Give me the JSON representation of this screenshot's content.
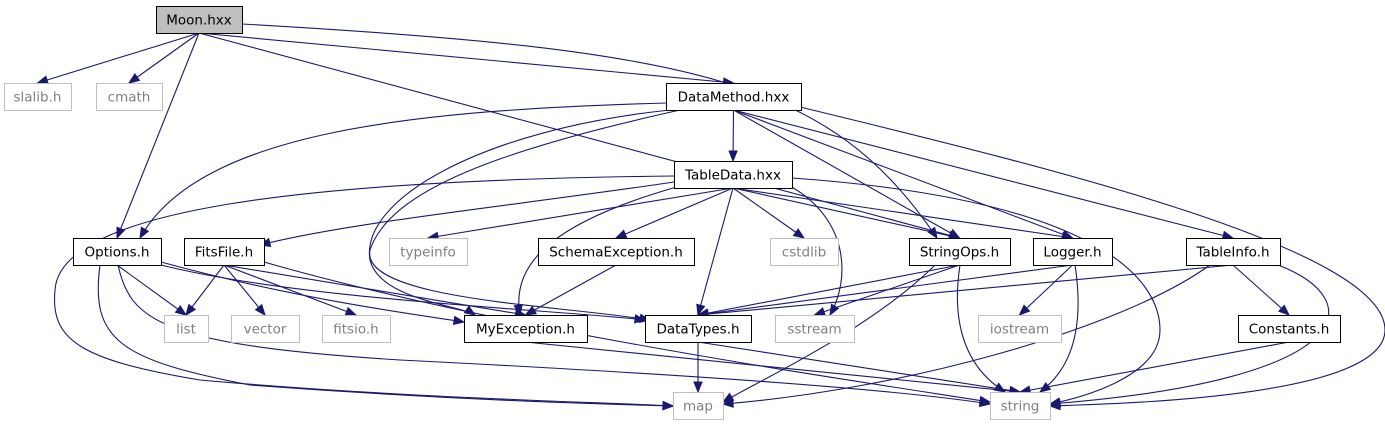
{
  "graph": {
    "title": "",
    "nodes": [
      {
        "id": "moon",
        "label": "Moon.hxx",
        "kind": "root"
      },
      {
        "id": "slalib",
        "label": "slalib.h",
        "kind": "system"
      },
      {
        "id": "cmath",
        "label": "cmath",
        "kind": "system"
      },
      {
        "id": "datamethod",
        "label": "DataMethod.hxx",
        "kind": "local"
      },
      {
        "id": "tabledata",
        "label": "TableData.hxx",
        "kind": "local"
      },
      {
        "id": "options",
        "label": "Options.h",
        "kind": "local"
      },
      {
        "id": "fitsfile",
        "label": "FitsFile.h",
        "kind": "local"
      },
      {
        "id": "typeinfo",
        "label": "typeinfo",
        "kind": "system"
      },
      {
        "id": "schemaexception",
        "label": "SchemaException.h",
        "kind": "local"
      },
      {
        "id": "cstdlib",
        "label": "cstdlib",
        "kind": "system"
      },
      {
        "id": "stringops",
        "label": "StringOps.h",
        "kind": "local"
      },
      {
        "id": "logger",
        "label": "Logger.h",
        "kind": "local"
      },
      {
        "id": "tableinfo",
        "label": "TableInfo.h",
        "kind": "local"
      },
      {
        "id": "list",
        "label": "list",
        "kind": "system"
      },
      {
        "id": "vector",
        "label": "vector",
        "kind": "system"
      },
      {
        "id": "fitsio",
        "label": "fitsio.h",
        "kind": "system"
      },
      {
        "id": "myexception",
        "label": "MyException.h",
        "kind": "local"
      },
      {
        "id": "datatypes",
        "label": "DataTypes.h",
        "kind": "local"
      },
      {
        "id": "sstream",
        "label": "sstream",
        "kind": "system"
      },
      {
        "id": "iostream",
        "label": "iostream",
        "kind": "system"
      },
      {
        "id": "constants",
        "label": "Constants.h",
        "kind": "local"
      },
      {
        "id": "map",
        "label": "map",
        "kind": "system"
      },
      {
        "id": "string",
        "label": "string",
        "kind": "system"
      }
    ],
    "edges": [
      {
        "from": "moon",
        "to": "slalib"
      },
      {
        "from": "moon",
        "to": "cmath"
      },
      {
        "from": "moon",
        "to": "options"
      },
      {
        "from": "moon",
        "to": "datamethod"
      },
      {
        "from": "moon",
        "to": "stringops"
      },
      {
        "from": "moon",
        "to": "string"
      },
      {
        "from": "datamethod",
        "to": "tabledata"
      },
      {
        "from": "datamethod",
        "to": "options"
      },
      {
        "from": "datamethod",
        "to": "myexception"
      },
      {
        "from": "datamethod",
        "to": "datatypes"
      },
      {
        "from": "datamethod",
        "to": "stringops"
      },
      {
        "from": "datamethod",
        "to": "logger"
      },
      {
        "from": "datamethod",
        "to": "tableinfo"
      },
      {
        "from": "datamethod",
        "to": "string"
      },
      {
        "from": "tabledata",
        "to": "map"
      },
      {
        "from": "tabledata",
        "to": "fitsfile"
      },
      {
        "from": "tabledata",
        "to": "typeinfo"
      },
      {
        "from": "tabledata",
        "to": "schemaexception"
      },
      {
        "from": "tabledata",
        "to": "cstdlib"
      },
      {
        "from": "tabledata",
        "to": "myexception"
      },
      {
        "from": "tabledata",
        "to": "datatypes"
      },
      {
        "from": "tabledata",
        "to": "sstream"
      },
      {
        "from": "tabledata",
        "to": "stringops"
      },
      {
        "from": "tabledata",
        "to": "logger"
      },
      {
        "from": "tabledata",
        "to": "string"
      },
      {
        "from": "options",
        "to": "list"
      },
      {
        "from": "options",
        "to": "myexception"
      },
      {
        "from": "options",
        "to": "datatypes"
      },
      {
        "from": "options",
        "to": "map"
      },
      {
        "from": "options",
        "to": "string"
      },
      {
        "from": "fitsfile",
        "to": "list"
      },
      {
        "from": "fitsfile",
        "to": "vector"
      },
      {
        "from": "fitsfile",
        "to": "fitsio"
      },
      {
        "from": "fitsfile",
        "to": "myexception"
      },
      {
        "from": "fitsfile",
        "to": "string"
      },
      {
        "from": "schemaexception",
        "to": "myexception"
      },
      {
        "from": "stringops",
        "to": "datatypes"
      },
      {
        "from": "stringops",
        "to": "sstream"
      },
      {
        "from": "stringops",
        "to": "map"
      },
      {
        "from": "stringops",
        "to": "string"
      },
      {
        "from": "logger",
        "to": "datatypes"
      },
      {
        "from": "logger",
        "to": "iostream"
      },
      {
        "from": "logger",
        "to": "string"
      },
      {
        "from": "tableinfo",
        "to": "datatypes"
      },
      {
        "from": "tableinfo",
        "to": "constants"
      },
      {
        "from": "tableinfo",
        "to": "map"
      },
      {
        "from": "tableinfo",
        "to": "string"
      },
      {
        "from": "myexception",
        "to": "string"
      },
      {
        "from": "datatypes",
        "to": "map"
      },
      {
        "from": "datatypes",
        "to": "string"
      },
      {
        "from": "constants",
        "to": "string"
      }
    ]
  }
}
